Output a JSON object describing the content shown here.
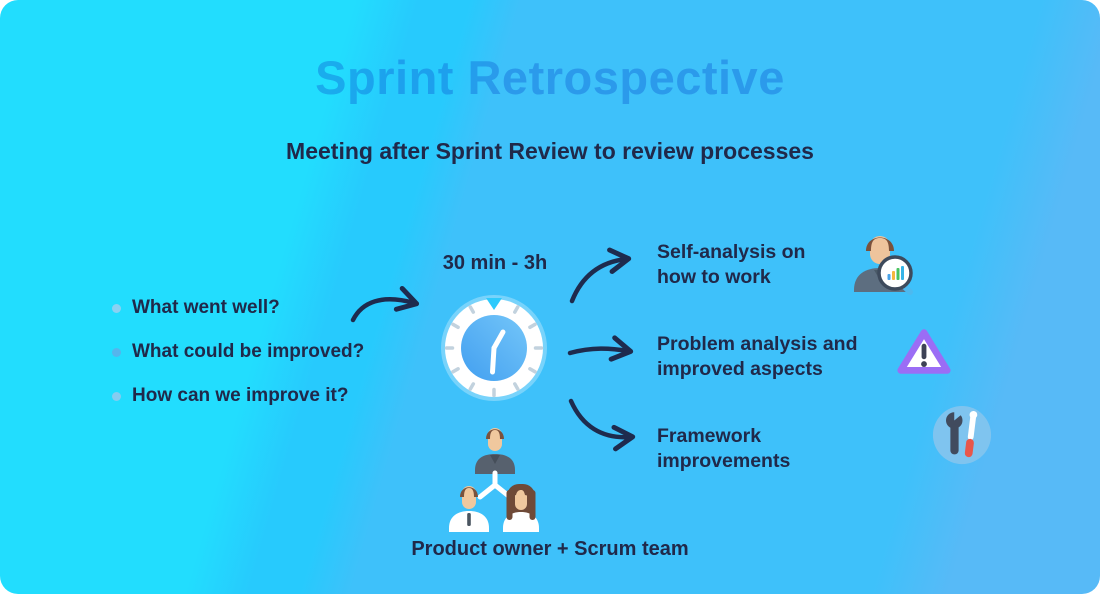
{
  "header": {
    "title": "Sprint Retrospective",
    "subtitle": "Meeting after Sprint Review to review processes"
  },
  "questions": {
    "items": [
      {
        "label": "What went well?",
        "bullet_color": "#8bd1f2"
      },
      {
        "label": "What could be improved?",
        "bullet_color": "#55b5ec"
      },
      {
        "label": "How can we improve it?",
        "bullet_color": "#85ccf0"
      }
    ]
  },
  "duration": {
    "label": "30 min - 3h",
    "icon": "clock-icon"
  },
  "outcomes": {
    "items": [
      {
        "lines": [
          "Self-analysis on",
          "how to work"
        ],
        "icon": "person-analytics-icon"
      },
      {
        "lines": [
          "Problem analysis and",
          "improved aspects"
        ],
        "icon": "warning-triangle-icon"
      },
      {
        "lines": [
          "Framework improvements",
          ""
        ],
        "icon": "tools-icon"
      }
    ]
  },
  "participants": {
    "label": "Product owner + Scrum team",
    "icon": "team-icon"
  },
  "colors": {
    "background_left": "#22ddfe",
    "background_mid": "#3ec1fa",
    "background_right": "#57baf7",
    "title_overlay": "rgba(13,93,211,0.38)",
    "text_navy": "#20294a",
    "arrow_navy": "#1e2b4e",
    "warning_purple": "#9b6df5",
    "clock_face_blue": "#4aa9f2",
    "tools_circle_blue": "#7fc4ef"
  }
}
